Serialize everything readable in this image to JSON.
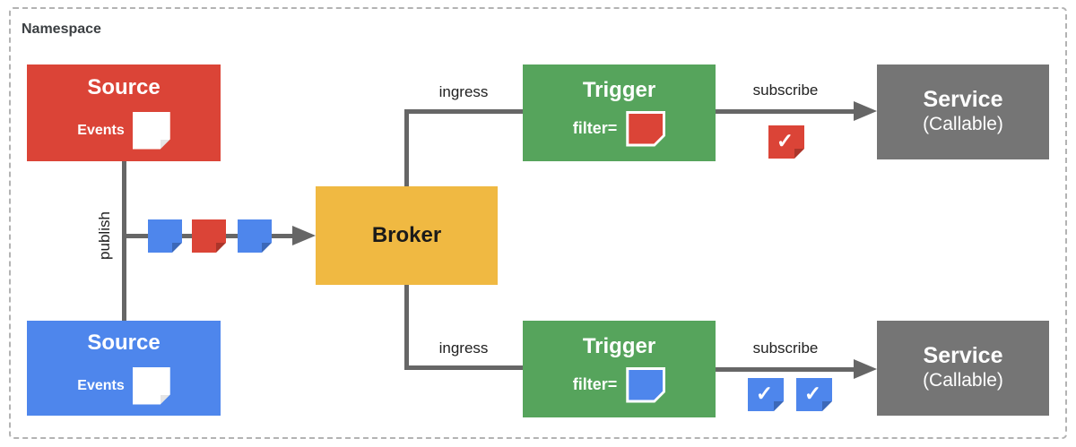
{
  "diagram": {
    "namespace_label": "Namespace",
    "nodes": {
      "source_top": {
        "title": "Source",
        "events_label": "Events",
        "color": "#DB4437"
      },
      "source_bottom": {
        "title": "Source",
        "events_label": "Events",
        "color": "#4E86EC"
      },
      "broker": {
        "title": "Broker",
        "color": "#F0B942"
      },
      "trigger_top": {
        "title": "Trigger",
        "filter_label": "filter=",
        "filter_event_color": "#DB4437",
        "color": "#56A45C"
      },
      "trigger_bottom": {
        "title": "Trigger",
        "filter_label": "filter=",
        "filter_event_color": "#4E86EC",
        "color": "#56A45C"
      },
      "service_top": {
        "title": "Service",
        "subtitle": "(Callable)",
        "color": "#757575"
      },
      "service_bottom": {
        "title": "Service",
        "subtitle": "(Callable)",
        "color": "#757575"
      }
    },
    "edges": {
      "publish": {
        "label": "publish"
      },
      "ingress_top": {
        "label": "ingress"
      },
      "ingress_bottom": {
        "label": "ingress"
      },
      "subscribe_top": {
        "label": "subscribe"
      },
      "subscribe_bottom": {
        "label": "subscribe"
      }
    },
    "events_on_bus": [
      {
        "color": "#4E86EC"
      },
      {
        "color": "#DB4437"
      },
      {
        "color": "#4E86EC"
      }
    ],
    "delivered_events": {
      "top": [
        {
          "color": "#DB4437",
          "check": "✓"
        }
      ],
      "bottom": [
        {
          "color": "#4E86EC",
          "check": "✓"
        },
        {
          "color": "#4E86EC",
          "check": "✓"
        }
      ]
    },
    "colors": {
      "red": "#DB4437",
      "blue": "#4E86EC",
      "green": "#56A45C",
      "yellow": "#F0B942",
      "gray": "#757575",
      "connector": "#666666",
      "namespace_border": "#B3B3B3"
    }
  }
}
